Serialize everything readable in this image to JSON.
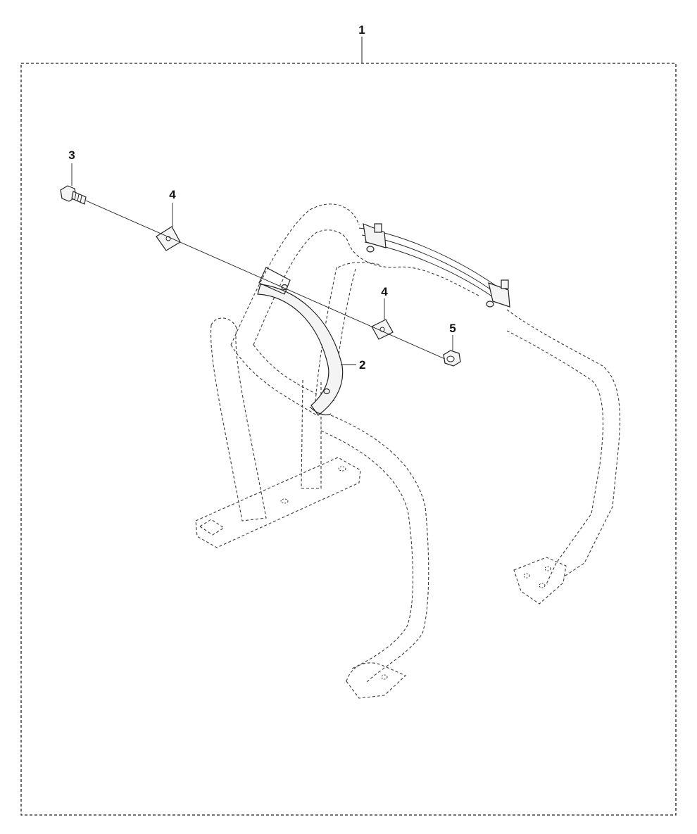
{
  "diagram": {
    "kit_label": "1",
    "callouts": {
      "bracket": "2",
      "bolt": "3",
      "washer_left": "4",
      "washer_right": "4",
      "nut": "5"
    }
  }
}
